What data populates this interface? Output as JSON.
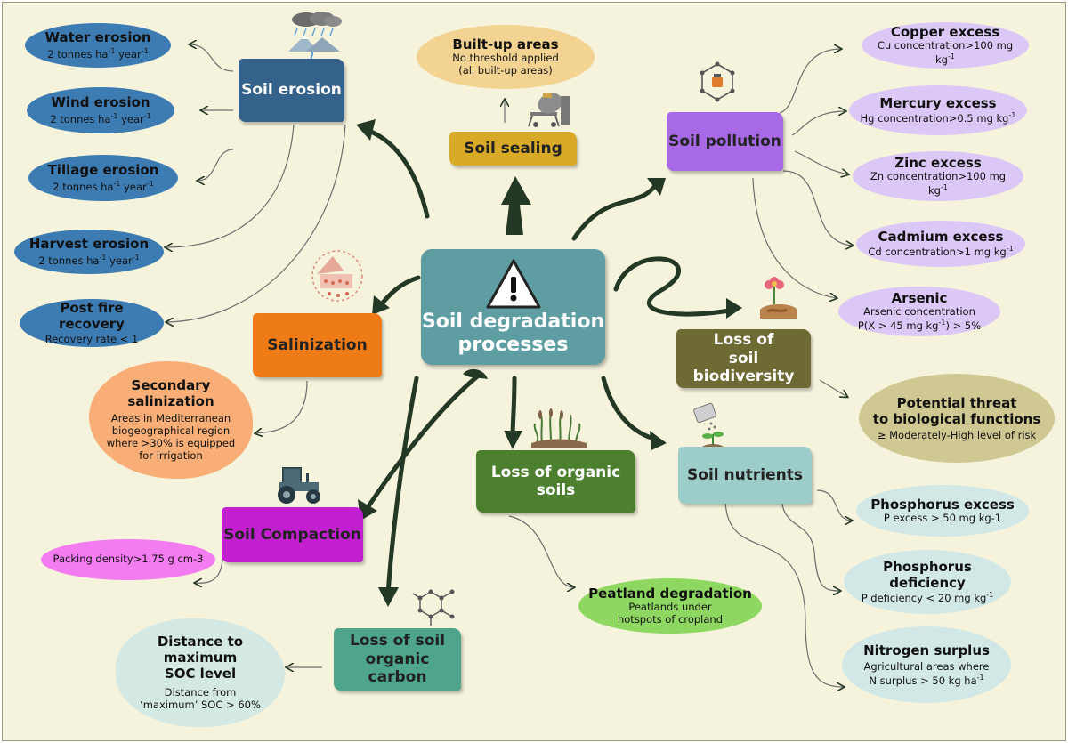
{
  "center": {
    "title_line1": "Soil degradation",
    "title_line2": "processes",
    "icon": "warning-triangle-icon"
  },
  "processes": {
    "soil_erosion": "Soil erosion",
    "soil_sealing": "Soil sealing",
    "soil_pollution": "Soil pollution",
    "salinization": "Salinization",
    "loss_biodiversity_1": "Loss of",
    "loss_biodiversity_2": "soil biodiversity",
    "loss_organic_soils": "Loss of organic soils",
    "soil_nutrients": "Soil nutrients",
    "soil_compaction": "Soil Compaction",
    "loss_soc_1": "Loss of soil",
    "loss_soc_2": "organic carbon"
  },
  "erosion_leaves": [
    {
      "title": "Water erosion",
      "unit_pre": "2 tonnes ha",
      "unit_mid": " year",
      "sup": "-1"
    },
    {
      "title": "Wind erosion",
      "unit_pre": "2 tonnes ha",
      "unit_mid": " year",
      "sup": "-1"
    },
    {
      "title": "Tillage erosion",
      "unit_pre": "2 tonnes ha",
      "unit_mid": " year",
      "sup": "-1"
    },
    {
      "title": "Harvest erosion",
      "unit_pre": "2 tonnes ha",
      "unit_mid": " year",
      "sup": "-1"
    },
    {
      "title": "Post fire recovery",
      "sub": "Recovery rate < 1"
    }
  ],
  "built_up": {
    "title": "Built-up areas",
    "sub1": "No threshold applied",
    "sub2": "(all built-up areas)"
  },
  "pollution_leaves": [
    {
      "title": "Copper excess",
      "sub": "Cu concentration>100 mg kg",
      "sup": "-1"
    },
    {
      "title": "Mercury excess",
      "sub": "Hg concentration>0.5 mg kg",
      "sup": "-1"
    },
    {
      "title": "Zinc excess",
      "sub": "Zn concentration>100 mg kg",
      "sup": "-1"
    },
    {
      "title": "Cadmium excess",
      "sub": "Cd concentration>1 mg kg",
      "sup": "-1"
    },
    {
      "title": "Arsenic",
      "sub1": "Arsenic concentration",
      "sub2_pre": "P(X > 45 mg kg",
      "sup": "-1",
      "sub2_post": ") > 5%"
    }
  ],
  "secondary_salinization": {
    "title1": "Secondary",
    "title2": "salinization",
    "sub1": "Areas in Mediterranean",
    "sub2": "biogeographical region",
    "sub3": "where >30% is equipped",
    "sub4": "for irrigation"
  },
  "biodiversity_leaf": {
    "title1": "Potential threat",
    "title2": "to biological functions",
    "sub": "≥ Moderately-High level of risk"
  },
  "nutrient_leaves": [
    {
      "title": "Phosphorus excess",
      "sub": "P excess > 50 mg kg-1"
    },
    {
      "title1": "Phosphorus",
      "title2": "deficiency",
      "sub": "P deficiency < 20 mg kg",
      "sup": "-1"
    },
    {
      "title": "Nitrogen surplus",
      "sub1": "Agricultural areas where",
      "sub2": "N surplus > 50 kg ha",
      "sup": "-1"
    }
  ],
  "compaction_leaf": {
    "sub": "Packing density>1.75 g cm-3"
  },
  "peatland": {
    "title": "Peatland degradation",
    "sub1": "Peatlands under",
    "sub2": "hotspots of cropland"
  },
  "soc_leaf": {
    "title1": "Distance to",
    "title2": "maximum",
    "title3": "SOC level",
    "sub1": "Distance from",
    "sub2": "‘maximum’ SOC > 60%"
  },
  "colors": {
    "background": "#f5f3dc",
    "center": "#5e9ea3",
    "erosion": "#35628a",
    "erosion_leaf": "#3d7cb3",
    "sealing": "#d8aa28",
    "built_up": "#f3d391",
    "pollution": "#a869e6",
    "pollution_leaf": "#dcc8f6",
    "salinization": "#ef7b17",
    "secondary_salinization": "#f8ae76",
    "biodiversity": "#6e6a33",
    "biodiversity_leaf": "#cfc893",
    "organic_soils": "#4c7f2e",
    "peatland": "#8ed760",
    "nutrients": "#9dcdc9",
    "nutrient_leaf": "#d2e8e6",
    "compaction": "#c11fcf",
    "compaction_leaf": "#f47cf1",
    "soc": "#4fa48c",
    "soc_leaf": "#d4e8e4",
    "arrow": "#243826"
  }
}
